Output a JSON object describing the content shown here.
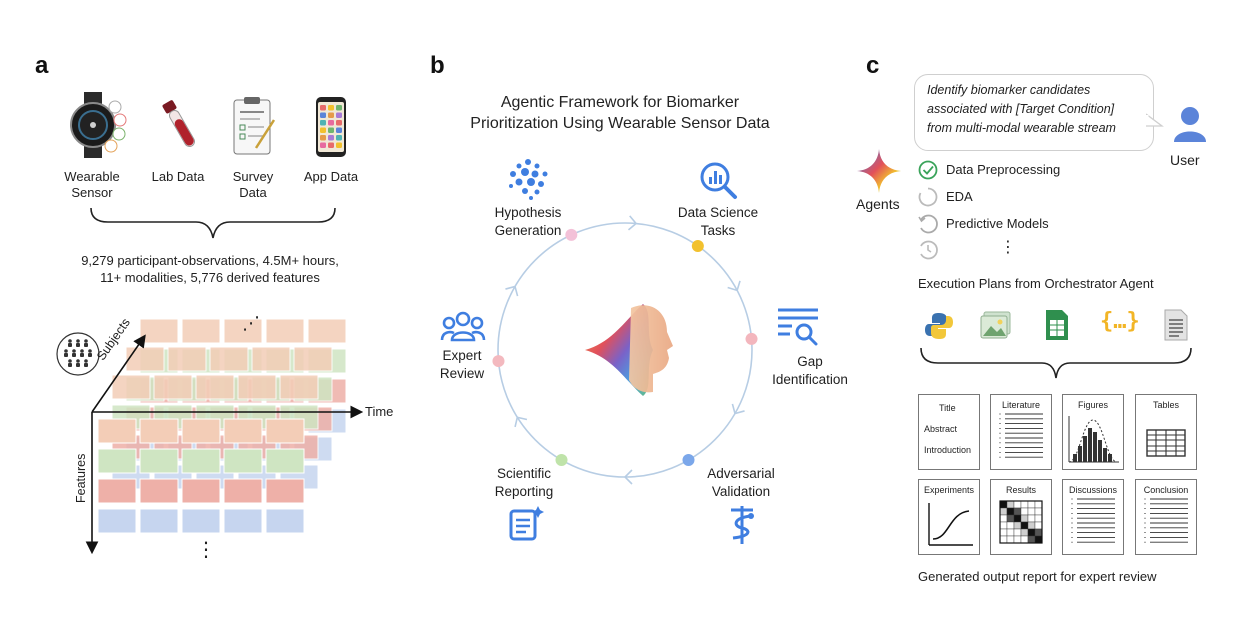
{
  "panels": {
    "a": "a",
    "b": "b",
    "c": "c"
  },
  "panel_a": {
    "sources": [
      {
        "label": "Wearable Sensor",
        "icon": "smartwatch-icon"
      },
      {
        "label": "Lab Data",
        "icon": "blood-tube-icon"
      },
      {
        "label": "Survey Data",
        "icon": "clipboard-icon"
      },
      {
        "label": "App Data",
        "icon": "phone-icon"
      }
    ],
    "stats_line1": "9,279 participant-observations, 4.5M+ hours,",
    "stats_line2": "11+ modalities, 5,776 derived features",
    "axis_subjects": "Subjects",
    "axis_time": "Time",
    "axis_features": "Features",
    "ellipsis": "⋮",
    "ellipsis_diag": "⋰",
    "colors": {
      "peach": "#f3cdb7",
      "green": "#cfe5c2",
      "red": "#eeb0a8",
      "blue": "#c6d5ef"
    }
  },
  "panel_b": {
    "title_line1": "Agentic Framework for Biomarker",
    "title_line2": "Prioritization Using Wearable Sensor Data",
    "nodes": [
      {
        "label": "Hypothesis Generation",
        "icon": "molecule-icon",
        "color": "#f3c1d8"
      },
      {
        "label": "Data Science Tasks",
        "icon": "data-search-icon",
        "color": "#f2c12e"
      },
      {
        "label": "Gap Identification",
        "icon": "list-search-icon",
        "color": "#f3b6bd"
      },
      {
        "label": "Adversarial Validation",
        "icon": "caduceus-icon",
        "color": "#7ba7ea"
      },
      {
        "label": "Scientific Reporting",
        "icon": "document-sparkle-icon",
        "color": "#bfe3a9"
      },
      {
        "label": "Expert Review",
        "icon": "group-icon",
        "color": "#f3b9bf"
      }
    ]
  },
  "panel_c": {
    "query": "Identify biomarker candidates associated with [Target Condition] from multi-modal wearable stream",
    "query_line1": "Identify biomarker candidates",
    "query_line2": "associated with [Target Condition]",
    "query_line3": "from multi-modal wearable stream",
    "user_label": "User",
    "agents_label": "Agents",
    "steps": [
      {
        "label": "Data Preprocessing",
        "status": "done"
      },
      {
        "label": "EDA",
        "status": "running"
      },
      {
        "label": "Predictive Models",
        "status": "pending"
      }
    ],
    "steps_ellipsis": "⋮",
    "plans_label": "Execution Plans from Orchestrator Agent",
    "tools": [
      "python-icon",
      "image-icon",
      "spreadsheet-icon",
      "json-icon",
      "text-file-icon"
    ],
    "cards": [
      {
        "title": "Title",
        "lines": [
          "Abstract",
          "Introduction"
        ]
      },
      {
        "title": "Literature"
      },
      {
        "title": "Figures"
      },
      {
        "title": "Tables"
      },
      {
        "title": "Experiments"
      },
      {
        "title": "Results"
      },
      {
        "title": "Discussions"
      },
      {
        "title": "Conclusion"
      }
    ],
    "output_label": "Generated output report for expert review"
  }
}
